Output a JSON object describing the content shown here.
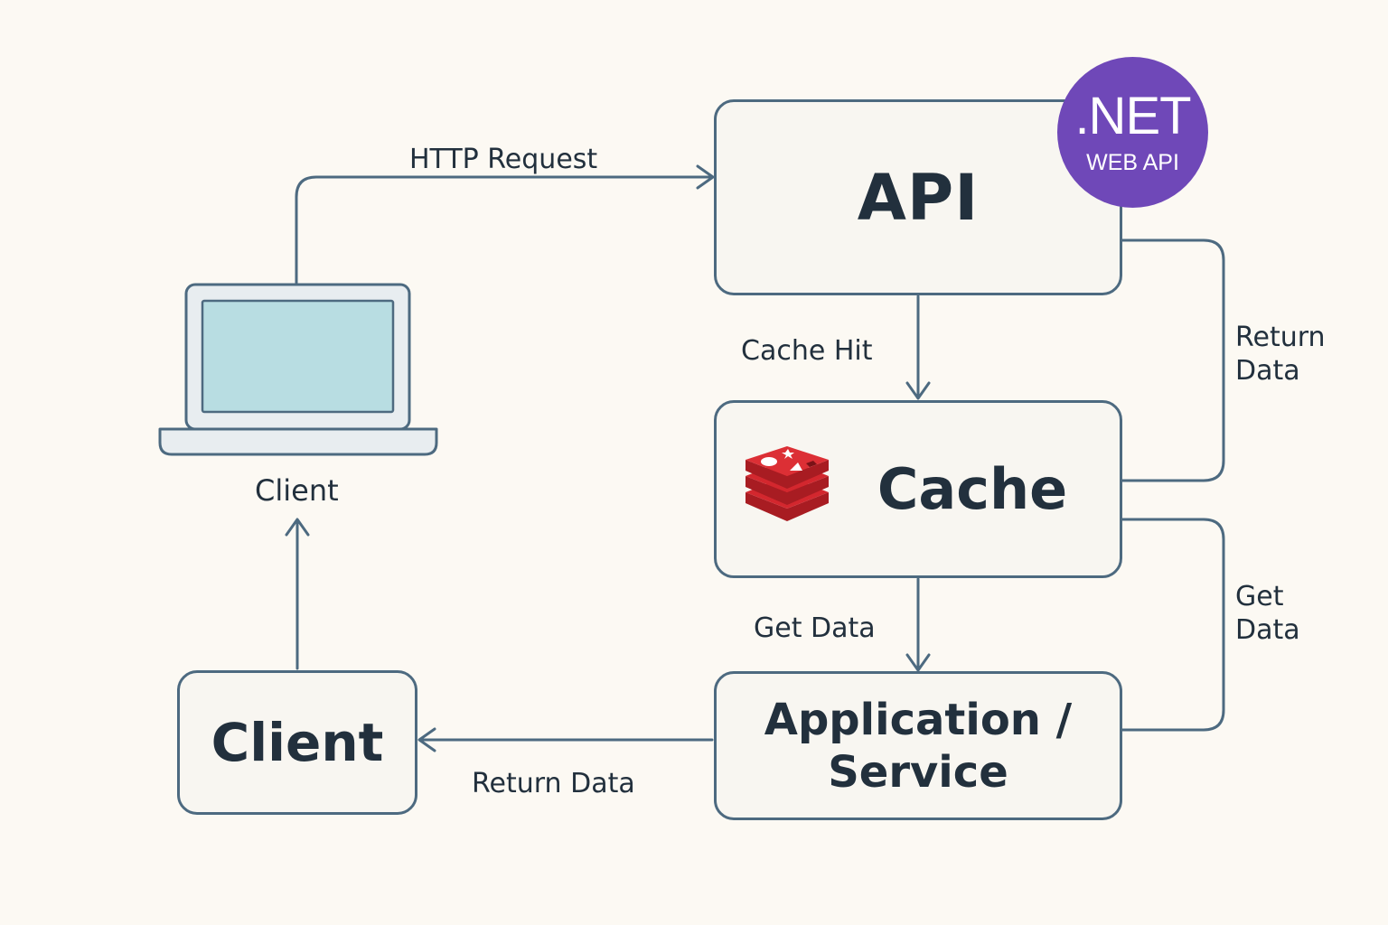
{
  "labels": {
    "http_request": "HTTP Request",
    "cache_hit": "Cache Hit",
    "get_data_mid": "Get Data",
    "return_data_bottom": "Return Data",
    "return_data_right": "Return Data",
    "get_data_right": "Get Data",
    "client_laptop": "Client"
  },
  "boxes": {
    "api": "API",
    "cache": "Cache",
    "app_service": "Application / Service",
    "client": "Client"
  },
  "badge": {
    "main": ".NET",
    "sub": "WEB API"
  },
  "icons": {
    "laptop": "laptop-icon",
    "redis": "redis-logo-icon",
    "dotnet": "dotnet-badge-icon"
  },
  "colors": {
    "background": "#fcf9f3",
    "stroke": "#4d6a80",
    "text": "#22303d",
    "dotnet_purple": "#6f48b8",
    "redis_red": "#c7252b",
    "laptop_screen": "#b8dde2"
  }
}
